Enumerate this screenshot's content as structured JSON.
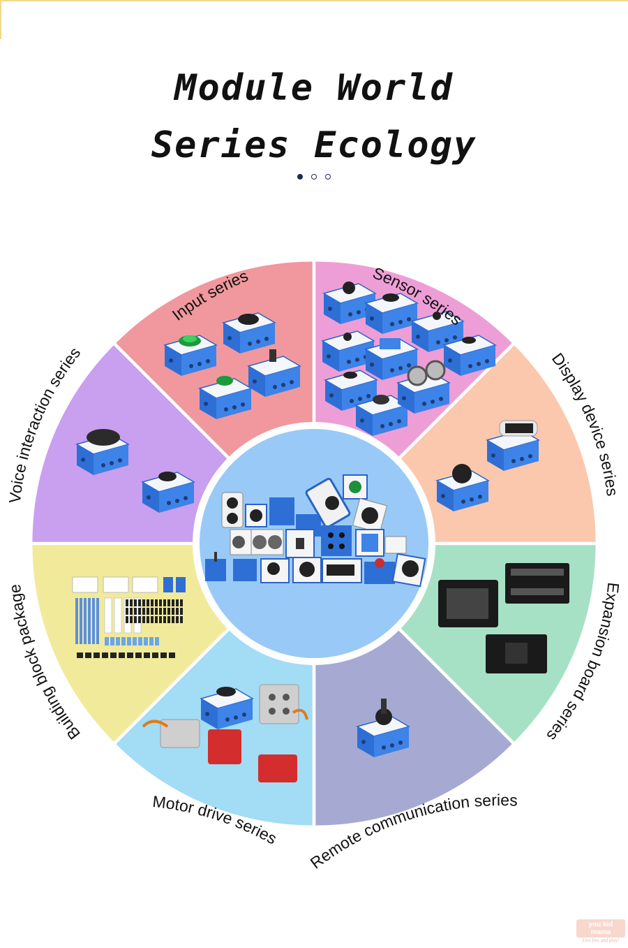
{
  "header": {
    "title_line1": "Module World",
    "title_line2": "Series Ecology"
  },
  "carousel": {
    "pages": 3,
    "active": 0
  },
  "segments": [
    {
      "label": "Input series",
      "color": "#f0989d"
    },
    {
      "label": "Sensor series",
      "color": "#ee9ed6"
    },
    {
      "label": "Display device series",
      "color": "#fbc8ad"
    },
    {
      "label": "Expansion board series",
      "color": "#a6e1c6"
    },
    {
      "label": "Remote communication series",
      "color": "#a6aad2"
    },
    {
      "label": "Motor drive series",
      "color": "#a2dcf5"
    },
    {
      "label": "Building block package",
      "color": "#f1ea9a"
    },
    {
      "label": "Voice interaction series",
      "color": "#c99ff0"
    }
  ],
  "center": {
    "color": "#99caf7"
  },
  "watermark": {
    "brand": "you kid mama",
    "tagline": "Live free and play!"
  }
}
